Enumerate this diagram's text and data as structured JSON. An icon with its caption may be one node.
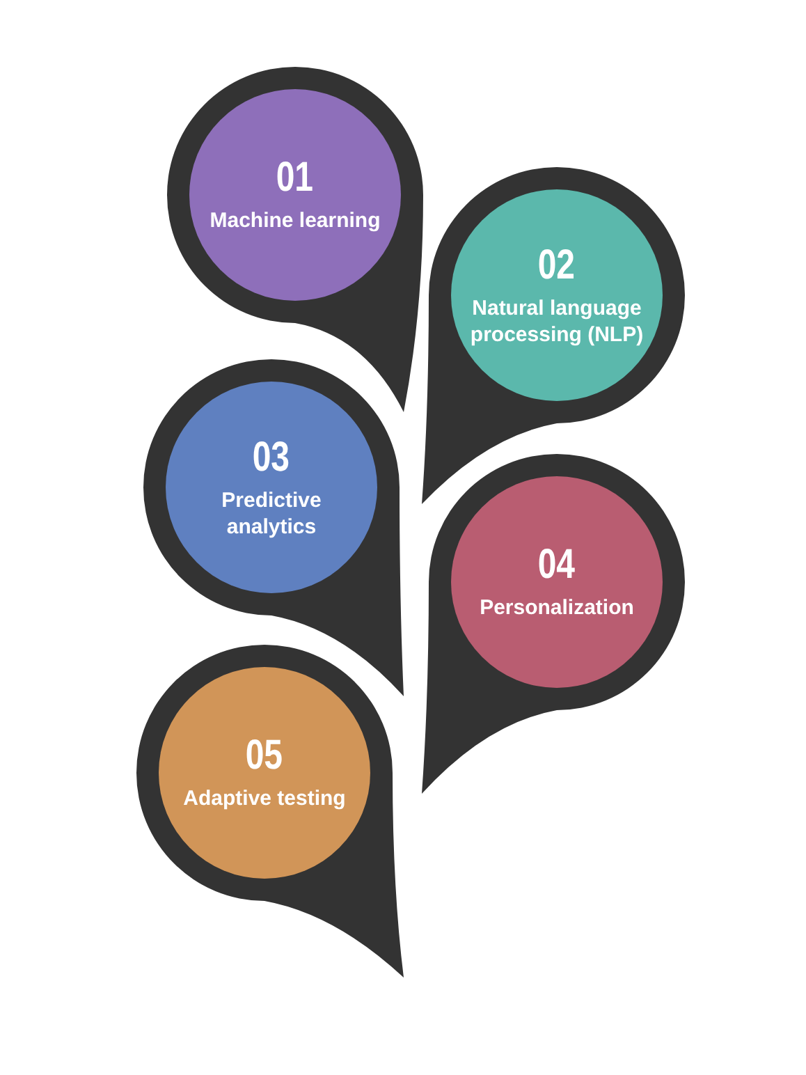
{
  "diagram": {
    "nodes": [
      {
        "text": [
          "01",
          "Machine learning"
        ]
      },
      {
        "text": [
          "02",
          "Natural language processing (NLP)"
        ]
      },
      {
        "text": [
          "03",
          "Predictive analytics"
        ]
      },
      {
        "text": [
          "04",
          "Personalization"
        ]
      },
      {
        "text": [
          "05",
          "Adaptive testing"
        ]
      }
    ]
  }
}
